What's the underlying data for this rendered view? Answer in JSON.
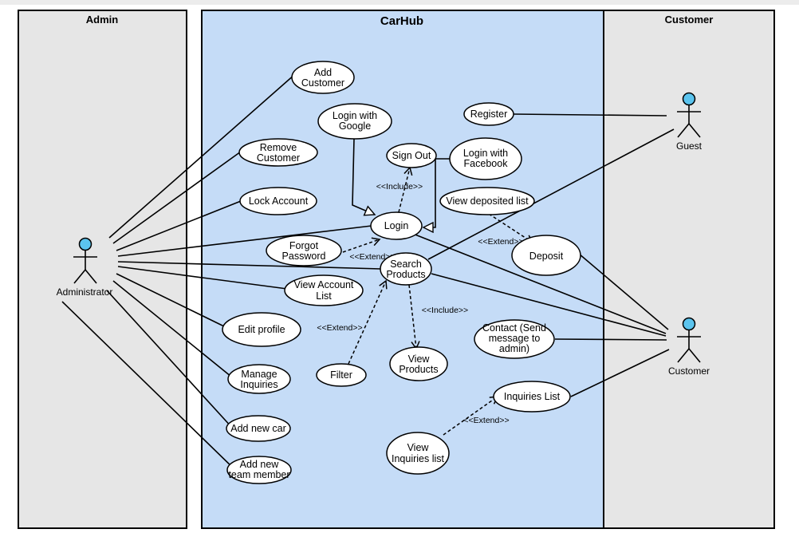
{
  "lanes": {
    "admin": "Admin",
    "system": "CarHub",
    "customer": "Customer"
  },
  "colors": {
    "system_fill": "#c5dcf7",
    "lane_fill": "#e6e6e6",
    "actor_head": "#5bc4ee"
  },
  "actors": {
    "administrator": "Administrator",
    "guest": "Guest",
    "customer": "Customer"
  },
  "use_cases": {
    "add_customer": [
      "Add",
      "Customer"
    ],
    "remove_customer": [
      "Remove",
      "Customer"
    ],
    "lock_account": [
      "Lock Account"
    ],
    "login_google": [
      "Login with",
      "Google"
    ],
    "sign_out": [
      "Sign Out"
    ],
    "register": [
      "Register"
    ],
    "login_facebook": [
      "Login with",
      "Facebook"
    ],
    "view_deposited": [
      "View deposited list"
    ],
    "login": [
      "Login"
    ],
    "forgot_password": [
      "Forgot",
      "Password"
    ],
    "deposit": [
      "Deposit"
    ],
    "search_products": [
      "Search",
      "Products"
    ],
    "view_account_list": [
      "View Account",
      "List"
    ],
    "edit_profile": [
      "Edit profile"
    ],
    "contact": [
      "Contact (Send",
      "message to",
      "admin)"
    ],
    "filter": [
      "Filter"
    ],
    "view_products": [
      "View",
      "Products"
    ],
    "manage_inquiries": [
      "Manage",
      "Inquiries"
    ],
    "inquiries_list": [
      "Inquiries List"
    ],
    "add_new_car": [
      "Add new car"
    ],
    "view_inquiries_list": [
      "View",
      "Inquiries list"
    ],
    "add_team_member": [
      "Add new",
      "team member"
    ]
  },
  "relations": {
    "include_signout": "<<Include>>",
    "extend_forgot": "<<Extend>>",
    "extend_deposit": "<<Extend>>",
    "include_view_products": "<<Include>>",
    "extend_filter": "<<Extend>>",
    "extend_inquiries": "<<Extend>>"
  }
}
